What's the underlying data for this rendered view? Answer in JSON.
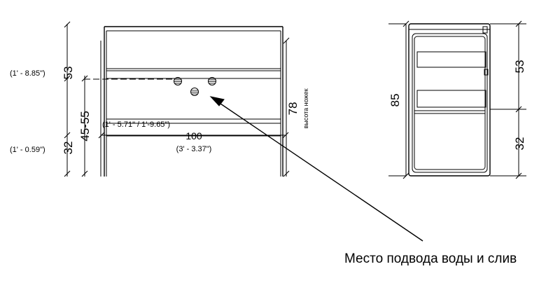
{
  "front_view": {
    "dims": {
      "upper_height": "53",
      "outlet_height": "45-55",
      "lower_height": "32",
      "leg_height": "78",
      "width": "100"
    },
    "imperial": {
      "upper": "(1' - 8.85\")",
      "lower": "(1' - 0.59\")",
      "outlet_range": "(1' - 5.71\" / 1'-9.65\")",
      "width": "(3' - 3.37\")"
    },
    "leg_height_label": "высота ножек"
  },
  "side_view": {
    "dims": {
      "total_height": "85",
      "upper_height": "53",
      "lower_height": "32"
    }
  },
  "callout": "Место подвода воды и слив"
}
